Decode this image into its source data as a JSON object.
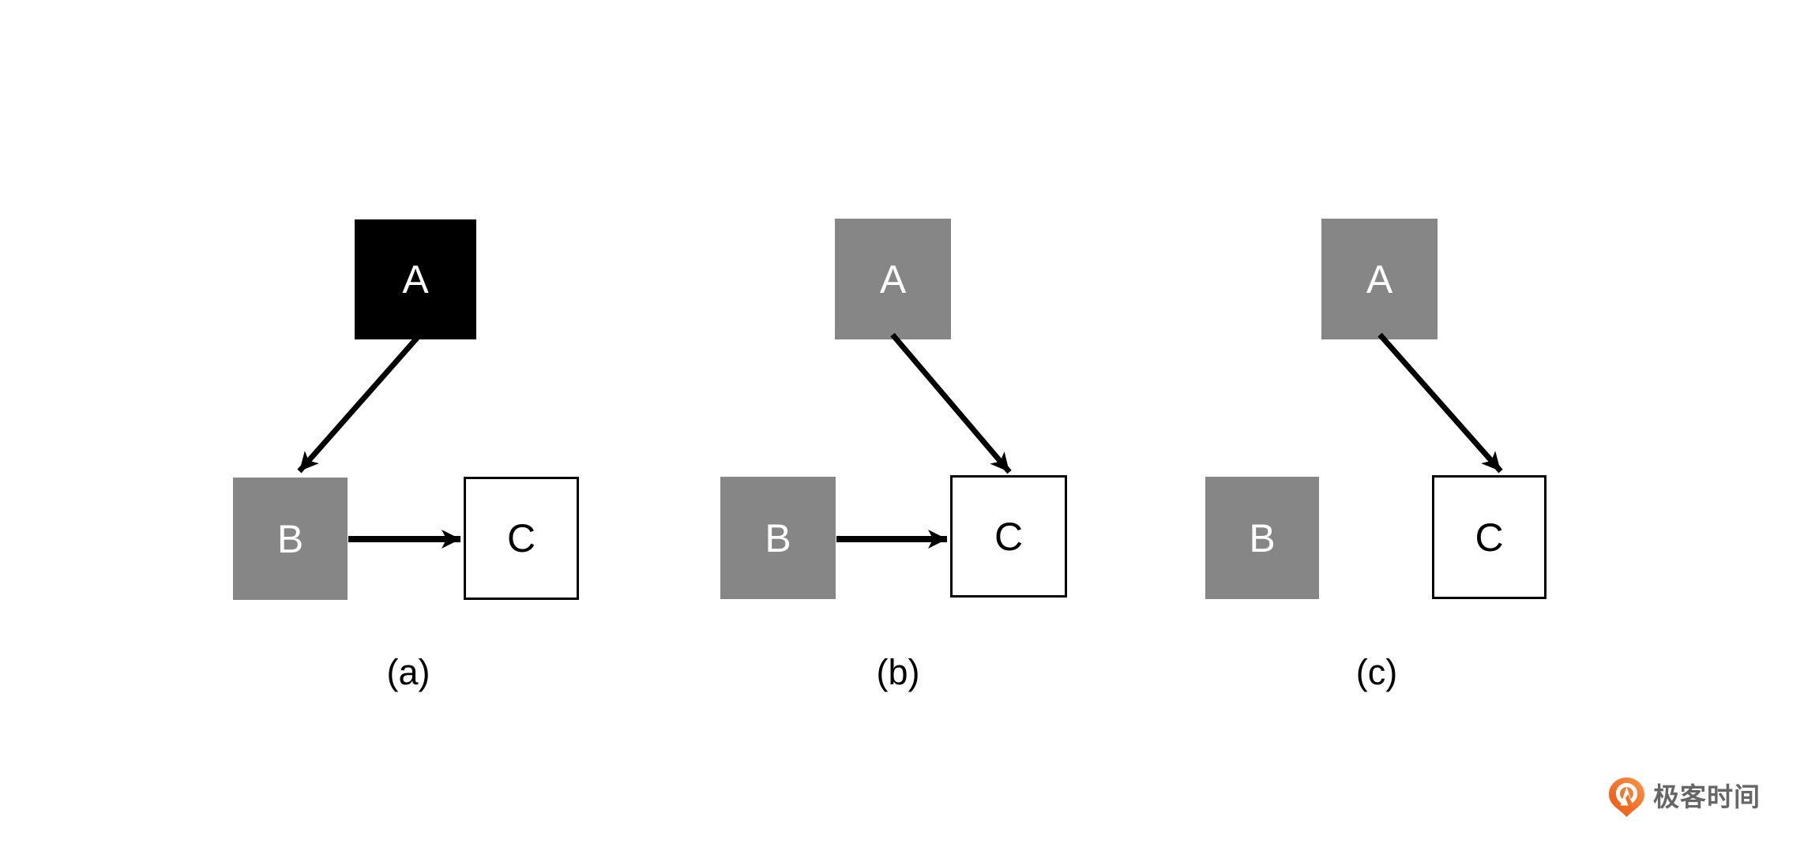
{
  "page": {
    "background": "#ffffff",
    "description_colors": {
      "black_fill": "#000000",
      "gray_fill": "#868686",
      "white_fill": "#ffffff",
      "arrow_color": "#000000"
    }
  },
  "diagrams": [
    {
      "id": "a",
      "caption": "(a)",
      "nodes": [
        {
          "id": "A",
          "label": "A",
          "fill": "#000000",
          "text_color": "#ffffff",
          "bordered": false
        },
        {
          "id": "B",
          "label": "B",
          "fill": "#868686",
          "text_color": "#ffffff",
          "bordered": false
        },
        {
          "id": "C",
          "label": "C",
          "fill": "#ffffff",
          "text_color": "#000000",
          "bordered": true
        }
      ],
      "edges": [
        {
          "from": "A",
          "to": "B"
        },
        {
          "from": "B",
          "to": "C"
        }
      ]
    },
    {
      "id": "b",
      "caption": "(b)",
      "nodes": [
        {
          "id": "A",
          "label": "A",
          "fill": "#868686",
          "text_color": "#ffffff",
          "bordered": false
        },
        {
          "id": "B",
          "label": "B",
          "fill": "#868686",
          "text_color": "#ffffff",
          "bordered": false
        },
        {
          "id": "C",
          "label": "C",
          "fill": "#ffffff",
          "text_color": "#000000",
          "bordered": true
        }
      ],
      "edges": [
        {
          "from": "A",
          "to": "C"
        },
        {
          "from": "B",
          "to": "C"
        }
      ]
    },
    {
      "id": "c",
      "caption": "(c)",
      "nodes": [
        {
          "id": "A",
          "label": "A",
          "fill": "#868686",
          "text_color": "#ffffff",
          "bordered": false
        },
        {
          "id": "B",
          "label": "B",
          "fill": "#868686",
          "text_color": "#ffffff",
          "bordered": false
        },
        {
          "id": "C",
          "label": "C",
          "fill": "#ffffff",
          "text_color": "#000000",
          "bordered": true
        }
      ],
      "edges": [
        {
          "from": "A",
          "to": "C"
        }
      ]
    }
  ],
  "logo": {
    "text": "极客时间",
    "icon": "geektime-pin-icon",
    "icon_color": "#F2661F",
    "icon_color_light": "#FB8C3C",
    "text_color": "#666666"
  }
}
